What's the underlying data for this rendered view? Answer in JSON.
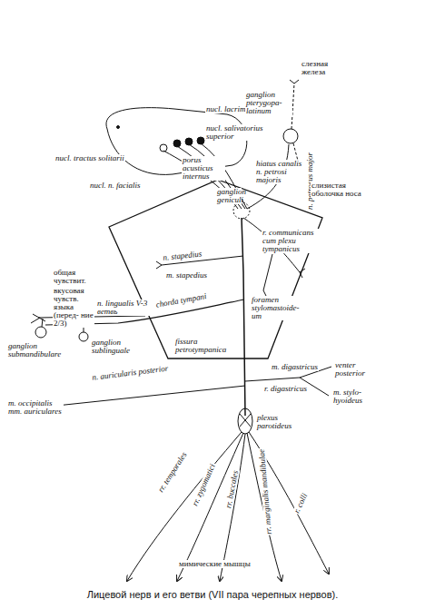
{
  "diagram": {
    "caption": "Лицевой нерв и его ветви (VII пара черепных нервов).",
    "labels": [
      "слезная железа",
      "nucl. lacrimalis",
      "nucl. salivatorius superior",
      "ganglion pterygopa- latinum",
      "nucl. tractus solitarii",
      "nucl. n. facialis",
      "porus acusticus internus",
      "hiatus canalis n. petrosi majoris",
      "n. petrosus major",
      "слизистая оболочка носа",
      "ganglion geniculi",
      "n. stapedius",
      "m. stapedius",
      "r. communicans cum plexu tympanicus",
      "общая чувствит. языка",
      "вкусовая чувств. языка (перед- ние 2/3)",
      "n. lingualis V-3 ветвь",
      "chorda tympani",
      "ganglion sublinguale",
      "ganglion submandibulare",
      "foramen stylomastoide- um",
      "fissura petrotympanica",
      "m. digastricus",
      "venter posterior",
      "m. stylo- hyoideus",
      "r. digastricus",
      "n. auricularis posterior",
      "m. occipitalis mm. auriculares",
      "plexus parotideus",
      "rr. temporales",
      "rr. zygomatici",
      "rr. buccales",
      "rr. marginalis mandibulae",
      "r. colli",
      "мимические мышцы"
    ]
  }
}
